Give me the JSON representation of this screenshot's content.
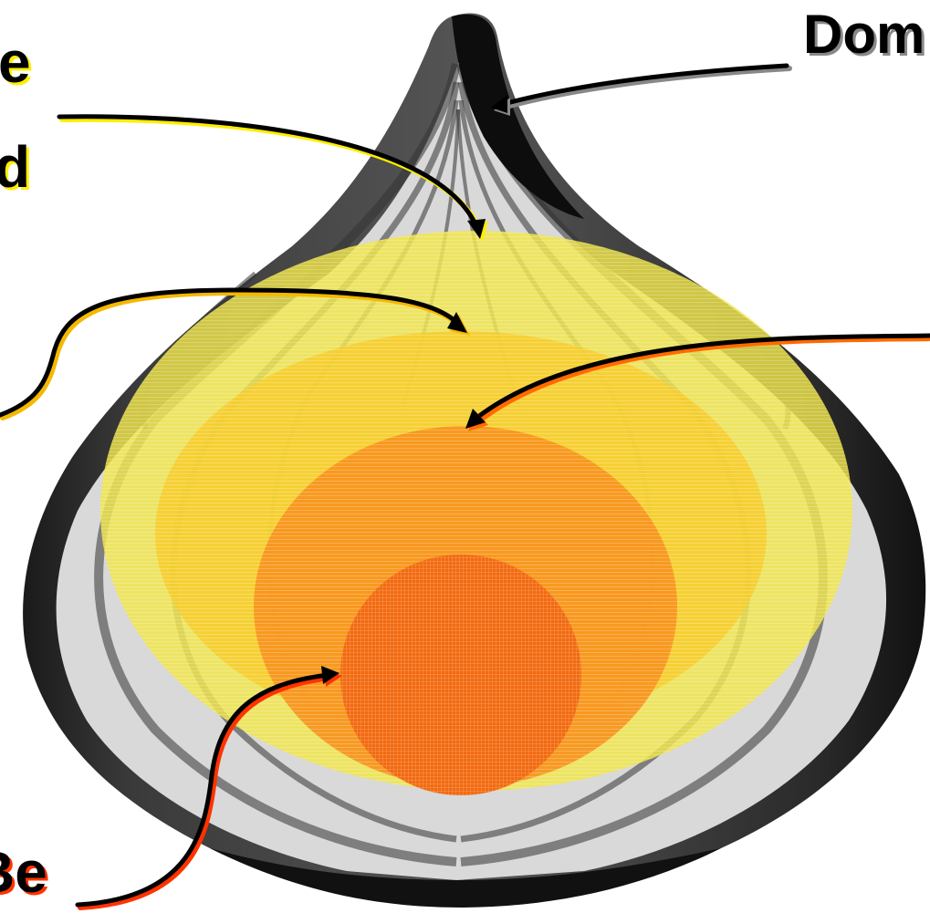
{
  "labels": {
    "top_left_line1": "e",
    "top_left_line2": "d",
    "top_right": "Dom",
    "bottom_left": "Be"
  },
  "colors": {
    "outer_layer": "#f2e64a",
    "second_layer": "#f7cc2c",
    "third_layer": "#f7941d",
    "core": "#f26a10",
    "arrow_yellow": "#ffee00",
    "arrow_gold": "#f5b800",
    "arrow_orange": "#ff6a00",
    "arrow_red": "#ff3300",
    "arrow_gray": "#888888"
  }
}
